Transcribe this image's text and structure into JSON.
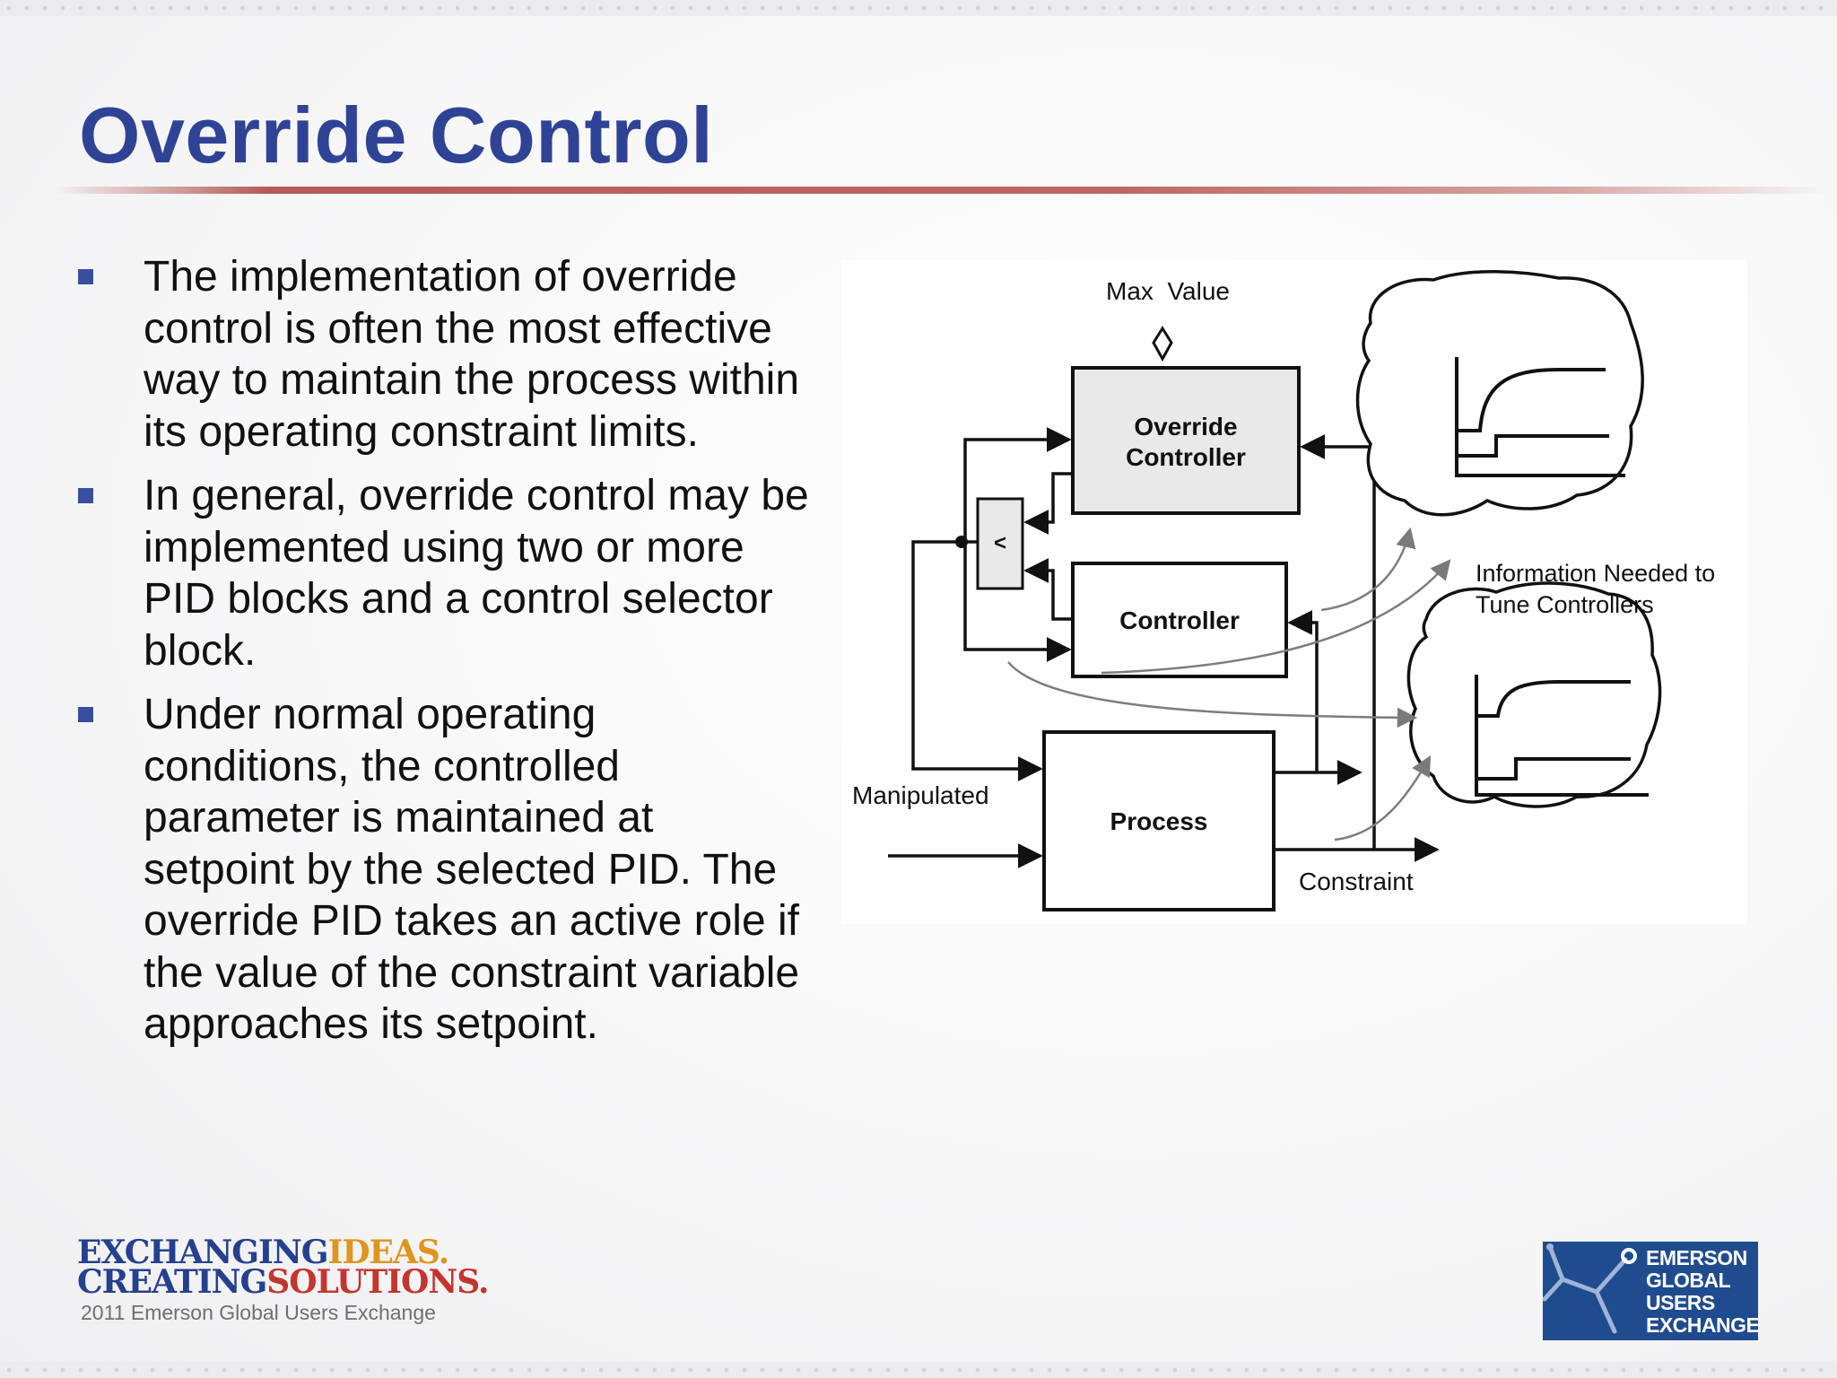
{
  "slide": {
    "title": "Override Control",
    "bullets": [
      "The implementation of override control is often the most effective way to maintain the process within its operating constraint limits.",
      "In general, override control may be implemented using two or more PID blocks and a control selector block.",
      "Under normal operating conditions, the controlled parameter is maintained at setpoint by the selected PID. The override PID takes an active role if the value of the constraint variable approaches its setpoint."
    ]
  },
  "diagram": {
    "max_value_label": "Max  Value",
    "override_controller_line1": "Override",
    "override_controller_line2": "Controller",
    "selector_symbol": "<",
    "controller_label": "Controller",
    "process_label": "Process",
    "manipulated_label": "Manipulated",
    "constraint_label": "Constraint",
    "info_line1": "Information Needed to",
    "info_line2": "Tune Controllers"
  },
  "footer": {
    "tagline_line1_a": "EXCHANGING",
    "tagline_line1_b": "IDEAS.",
    "tagline_line2_a": "CREATING",
    "tagline_line2_b": "SOLUTIONS.",
    "event_name": "2011 Emerson Global Users Exchange",
    "logo_line1": "EMERSON",
    "logo_line2": "GLOBAL",
    "logo_line3": "USERS",
    "logo_line4": "EXCHANGE"
  },
  "colors": {
    "title": "#2f4396",
    "rule": "#b75a57",
    "bullet": "#3a4f9f",
    "logo_blue": "#1f4c8f",
    "tagline_orange": "#e0951d",
    "tagline_red": "#c4352e"
  }
}
